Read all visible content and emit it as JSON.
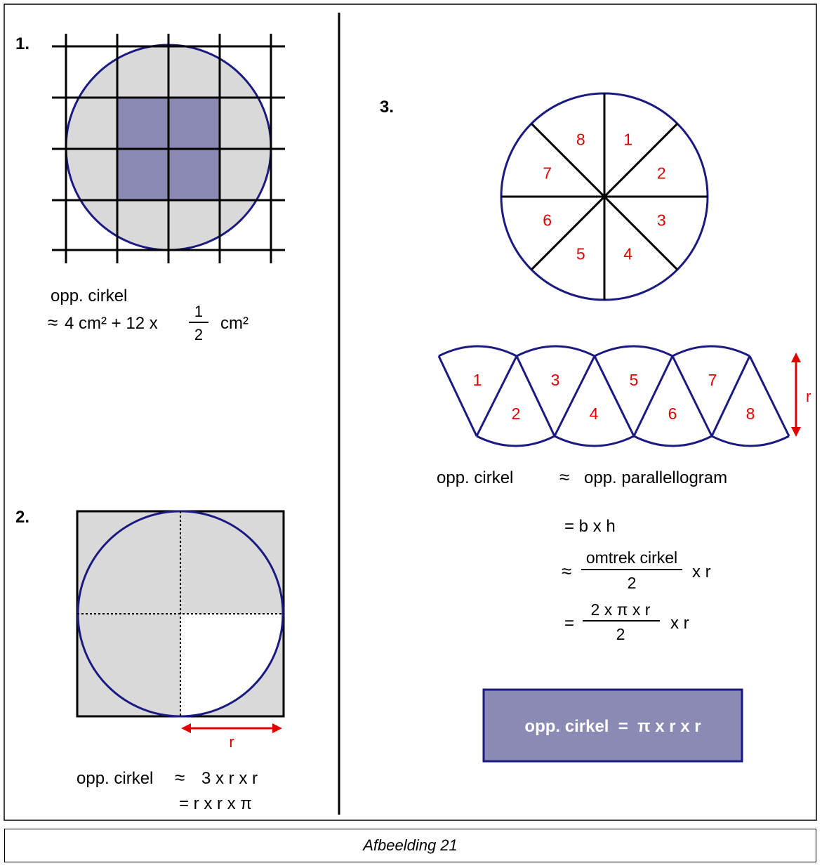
{
  "panel1": {
    "number": "1.",
    "line1": "opp. cirkel",
    "approx": "≈",
    "formula_a": "4 cm² + 12 x",
    "frac_num": "1",
    "frac_den": "2",
    "formula_b": "cm²"
  },
  "panel2": {
    "number": "2.",
    "r_label": "r",
    "line1_a": "opp. cirkel",
    "line1_approx": "≈",
    "line1_b": "3 x r x r",
    "line2": "= r x r x π"
  },
  "panel3": {
    "number": "3.",
    "sector_labels": [
      "1",
      "2",
      "3",
      "4",
      "5",
      "6",
      "7",
      "8"
    ],
    "strip_labels": [
      "1",
      "2",
      "3",
      "4",
      "5",
      "6",
      "7",
      "8"
    ],
    "r_label": "r",
    "eq1_left": "opp. cirkel",
    "eq1_approx": "≈",
    "eq1_right": "opp. parallellogram",
    "eq2": "= b x h",
    "eq3_approx": "≈",
    "eq3_num": "omtrek cirkel",
    "eq3_den": "2",
    "eq3_tail": "x r",
    "eq4_eq": "=",
    "eq4_num": "2 x π x r",
    "eq4_den": "2",
    "eq4_tail": "x r",
    "result": "opp. cirkel  =  π x r x r"
  },
  "caption": "Afbeelding 21",
  "colors": {
    "navy": "#1a1a80",
    "purple": "#8a8ab5",
    "grey": "#d9d9d9",
    "red": "#e00000"
  }
}
